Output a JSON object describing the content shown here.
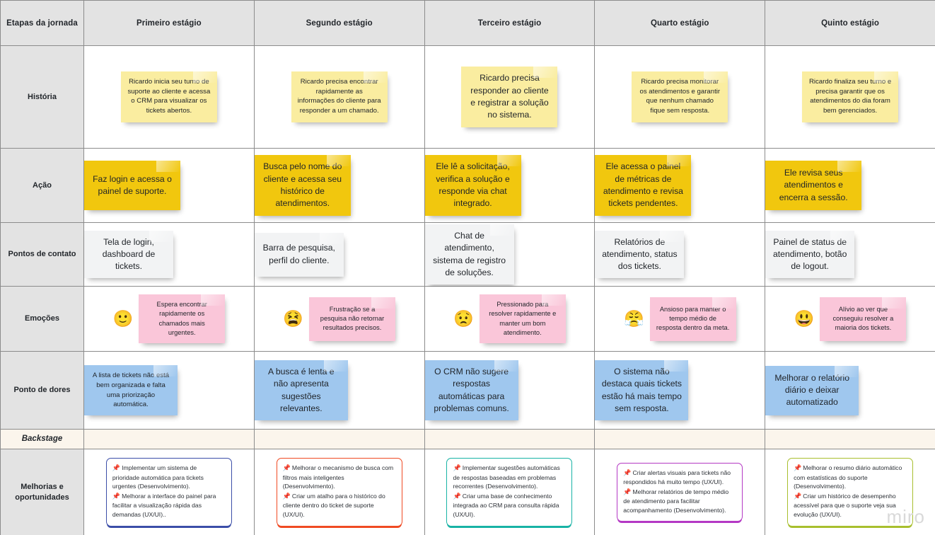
{
  "board": {
    "watermark": "miro",
    "colors": {
      "header_bg": "#e3e3e3",
      "row_label_bg": "#e3e3e3",
      "backstage_bg": "#fbf5ec",
      "note_historia": "#faeda0",
      "note_acao": "#f1c70e",
      "note_pontos": "#f2f3f4",
      "note_emocoes": "#fac6d9",
      "note_dores": "#9fc7ee",
      "card_blue": "#3b4ea8",
      "card_red": "#f04a23",
      "card_teal": "#18b3a5",
      "card_purple": "#b438c4",
      "card_olive": "#a8bf2e"
    }
  },
  "header": {
    "corner_label": "Etapas da jornada",
    "stages": [
      "Primeiro estágio",
      "Segundo estágio",
      "Terceiro estágio",
      "Quarto estágio",
      "Quinto estágio"
    ]
  },
  "rows": {
    "historia": {
      "label": "História",
      "notes": [
        "Ricardo inicia seu turno de suporte ao cliente e acessa o CRM para visualizar os tickets abertos.",
        "Ricardo precisa encontrar rapidamente as informações do cliente para responder a um chamado.",
        "Ricardo precisa responder ao cliente e registrar a solução no sistema.",
        "Ricardo precisa monitorar os atendimentos e garantir que nenhum chamado fique sem resposta.",
        "Ricardo finaliza seu turno e precisa garantir que os atendimentos do dia foram bem gerenciados."
      ]
    },
    "acao": {
      "label": "Ação",
      "notes": [
        "Faz login e acessa o painel de suporte.",
        "Busca pelo nome do cliente e acessa seu histórico de atendimentos.",
        "Ele lê a solicitação, verifica a solução e responde via chat integrado.",
        "Ele acessa o painel de métricas de atendimento e revisa tickets pendentes.",
        "Ele revisa seus atendimentos e encerra a sessão."
      ]
    },
    "pontos_de_contato": {
      "label": "Pontos de contato",
      "notes": [
        "Tela de login, dashboard de tickets.",
        "Barra de pesquisa, perfil do cliente.",
        "Chat de atendimento, sistema de registro de soluções.",
        "Relatórios de atendimento, status dos tickets.",
        "Painel de status de atendimento, botão de logout."
      ]
    },
    "emocoes": {
      "label": "Emoções",
      "emojis": [
        "🙂",
        "😫",
        "😟",
        "😤",
        "😃"
      ],
      "emoji_names": [
        "slightly-smiling-face-icon",
        "tired-face-icon",
        "worried-face-icon",
        "face-with-steam-from-nose-icon",
        "grinning-face-icon"
      ],
      "notes": [
        "Espera encontrar rapidamente os chamados mais urgentes.",
        "Frustração se a pesquisa não retornar resultados precisos.",
        "Pressionado para resolver rapidamente e manter um bom atendimento.",
        "Ansioso para manter o tempo médio de resposta dentro da meta.",
        "Alívio ao ver que conseguiu resolver a maioria dos tickets."
      ]
    },
    "ponto_de_dores": {
      "label": "Ponto de dores",
      "notes": [
        "A lista de tickets não está bem organizada e falta uma priorização automática.",
        "A busca é lenta e não apresenta sugestões relevantes.",
        "O CRM não sugere respostas automáticas para problemas comuns.",
        "O sistema não destaca quais tickets estão há mais tempo sem resposta.",
        "Melhorar o relatório diário e deixar automatizado"
      ]
    },
    "backstage": {
      "label": "Backstage",
      "notes": [
        "",
        "",
        "",
        "",
        ""
      ]
    },
    "melhorias": {
      "label": "Melhorias e oportunidades",
      "pin": "📌",
      "cards": [
        {
          "border": "blue",
          "items": [
            "Implementar um sistema de prioridade automática para tickets urgentes (Desenvolvimento).",
            "Melhorar a interface do painel para facilitar a visualização rápida das demandas (UX/UI).."
          ]
        },
        {
          "border": "red",
          "items": [
            "Melhorar o mecanismo de busca com filtros mais inteligentes (Desenvolvimento).",
            "Criar um atalho para o histórico do cliente dentro do ticket de suporte (UX/UI)."
          ]
        },
        {
          "border": "teal",
          "items": [
            "Implementar sugestões automáticas de respostas baseadas em problemas recorrentes (Desenvolvimento).",
            "Criar uma base de conhecimento integrada ao CRM para consulta rápida (UX/UI)."
          ]
        },
        {
          "border": "purple",
          "items": [
            "Criar alertas visuais para tickets não respondidos há muito tempo (UX/UI).",
            "Melhorar relatórios de tempo médio de atendimento para facilitar acompanhamento (Desenvolvimento)."
          ]
        },
        {
          "border": "olive",
          "items": [
            "Melhorar o resumo diário automático com estatísticas do suporte (Desenvolvimento).",
            "Criar um histórico de desempenho acessível para que o suporte veja sua evolução (UX/UI)."
          ]
        }
      ]
    }
  }
}
